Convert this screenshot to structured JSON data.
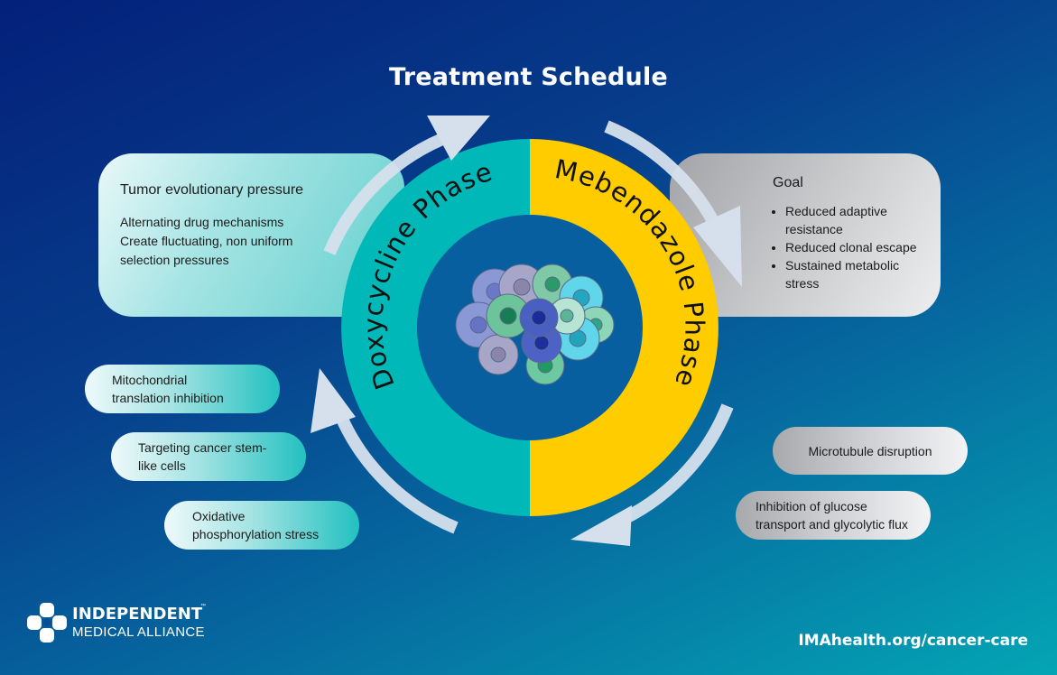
{
  "title": "Treatment Schedule",
  "colors": {
    "doxycycline_phase": "#00b8b8",
    "mebendazole_phase": "#ffcc00",
    "inner_circle": "#075fa0",
    "arrow": "#d6e0ec"
  },
  "phases": {
    "left": "Doxycycline Phase",
    "right": "Mebendazole Phase"
  },
  "center_icon": "tumor-cell-cluster-icon",
  "left_card": {
    "heading": "Tumor evolutionary pressure",
    "lines": [
      "Alternating drug mechanisms",
      "Create fluctuating, non uniform",
      "selection pressures"
    ]
  },
  "goal_card": {
    "heading": "Goal",
    "items": [
      "Reduced adaptive resistance",
      "Reduced clonal escape",
      "Sustained metabolic stress"
    ]
  },
  "doxycycline_effects": [
    "Mitochondrial translation inhibition",
    "Targeting cancer stem-like cells",
    "Oxidative phosphorylation stress"
  ],
  "mebendazole_effects": [
    "Microtubule disruption",
    "Inhibition of glucose transport and glycolytic flux"
  ],
  "logo": {
    "line1": "INDEPENDENT",
    "line2": "MEDICAL ALLIANCE",
    "trademark": "™",
    "icon": "ima-cross-logo-icon"
  },
  "url": "IMAhealth.org/cancer-care"
}
